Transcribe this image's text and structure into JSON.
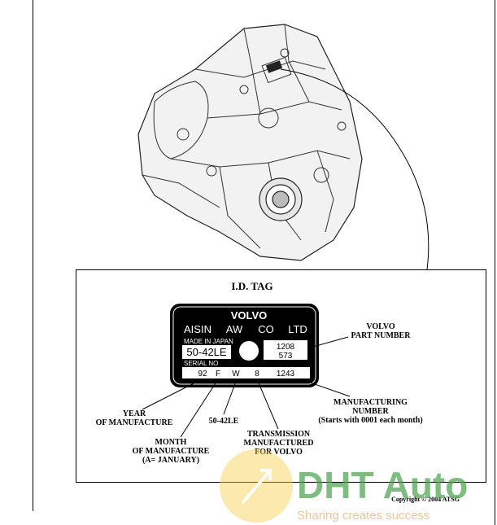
{
  "tag_title": "I.D. TAG",
  "plate": {
    "brand": "VOLVO",
    "maker_words": [
      "AISIN",
      "AW",
      "CO",
      "LTD"
    ],
    "made_in": "MADE IN JAPAN",
    "model": "50-42LE",
    "part_number_lines": [
      "1208",
      "573"
    ],
    "serial_label": "SERIAL NO",
    "serial_fields": [
      "92",
      "F",
      "W",
      "8",
      "1243"
    ]
  },
  "callouts": {
    "part_number": [
      "VOLVO",
      "PART NUMBER"
    ],
    "year": [
      "YEAR",
      "OF MANUFACTURE"
    ],
    "month": [
      "MONTH",
      "OF MANUFACTURE",
      "(A= JANUARY)"
    ],
    "model": [
      "50-42LE"
    ],
    "transmission": [
      "TRANSMISSION",
      "MANUFACTURED",
      "FOR VOLVO"
    ],
    "manufacturing_number": [
      "MANUFACTURING",
      "NUMBER",
      "(Starts with 0001 each month)"
    ]
  },
  "copyright": "Copyright © 2004 ATSG",
  "watermark": {
    "logo_text": "DHT Auto",
    "slogan": "Sharing creates success"
  }
}
